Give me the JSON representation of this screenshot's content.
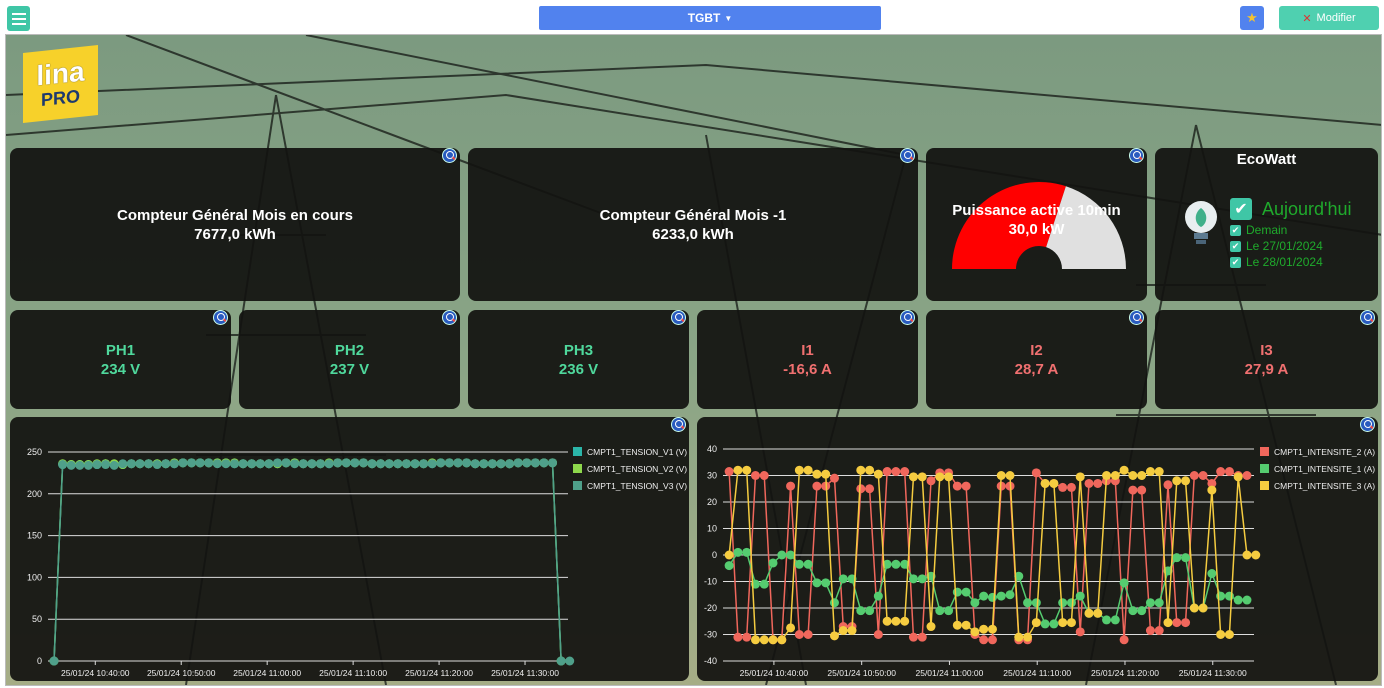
{
  "header": {
    "menu_icon": "hamburger-icon",
    "title": "TGBT",
    "favorite_icon": "star-icon",
    "modify_label": "Modifier",
    "modify_icon": "tools-icon"
  },
  "logo": {
    "line1": "lina",
    "line2": "PRO"
  },
  "cards": {
    "month_current": {
      "title": "Compteur Général Mois en cours",
      "value": "7677,0 kWh"
    },
    "month_prev": {
      "title": "Compteur Général Mois -1",
      "value": "6233,0 kWh"
    },
    "power": {
      "title": "Puissance active 10min",
      "value": "30,0 kW",
      "gauge_fraction": 0.6,
      "colors": {
        "fill": "#ff0000",
        "rest": "#e0e0e0"
      }
    },
    "ecowatt": {
      "title": "EcoWatt",
      "today": "Aujourd'hui",
      "days": [
        "Demain",
        "Le 27/01/2024",
        "Le 28/01/2024"
      ]
    },
    "phases": [
      {
        "label": "PH1",
        "value": "234 V"
      },
      {
        "label": "PH2",
        "value": "237 V"
      },
      {
        "label": "PH3",
        "value": "236 V"
      }
    ],
    "currents": [
      {
        "label": "I1",
        "value": "-16,6 A"
      },
      {
        "label": "I2",
        "value": "28,7 A"
      },
      {
        "label": "I3",
        "value": "27,9 A"
      }
    ]
  },
  "chart_data": [
    {
      "type": "line",
      "ylim": [
        0,
        250
      ],
      "yticks": [
        0,
        50,
        100,
        150,
        200,
        250
      ],
      "xticks": [
        "25/01/24 10:40:00",
        "25/01/24 10:50:00",
        "25/01/24 11:00:00",
        "25/01/24 11:10:00",
        "25/01/24 11:20:00",
        "25/01/24 11:30:00"
      ],
      "x_start_minute": -5.5,
      "series": [
        {
          "name": "CMPT1_TENSION_V1 (V)",
          "color": "#2bb5a8",
          "values": [
            0,
            235,
            235,
            235,
            235,
            235,
            236,
            235,
            235,
            236,
            236,
            236,
            236,
            236,
            236,
            237,
            237,
            237,
            237,
            237,
            237,
            236,
            236,
            236,
            236,
            236,
            236,
            237,
            237,
            236,
            236,
            236,
            236,
            237,
            237,
            237,
            237,
            236,
            236,
            236,
            236,
            236,
            236,
            236,
            236,
            237,
            237,
            237,
            237,
            236,
            236,
            236,
            236,
            236,
            237,
            237,
            237,
            237,
            237,
            0
          ]
        },
        {
          "name": "CMPT1_TENSION_V2 (V)",
          "color": "#8ed84c",
          "values": [
            0,
            236,
            235,
            235,
            235,
            236,
            236,
            236,
            235,
            236,
            236,
            236,
            236,
            236,
            237,
            237,
            237,
            237,
            237,
            237,
            237,
            237,
            236,
            236,
            236,
            236,
            236,
            237,
            237,
            236,
            236,
            236,
            237,
            237,
            237,
            237,
            237,
            236,
            236,
            236,
            236,
            236,
            236,
            236,
            237,
            237,
            237,
            237,
            237,
            236,
            236,
            236,
            236,
            236,
            237,
            237,
            237,
            237,
            237,
            0
          ]
        },
        {
          "name": "CMPT1_TENSION_V3 (V)",
          "color": "#4fa08a",
          "values": [
            0,
            235,
            234,
            234,
            234,
            235,
            235,
            234,
            236,
            236,
            236,
            236,
            235,
            236,
            236,
            237,
            237,
            237,
            237,
            236,
            236,
            236,
            236,
            236,
            236,
            236,
            237,
            237,
            236,
            236,
            236,
            236,
            236,
            237,
            237,
            237,
            237,
            236,
            236,
            236,
            236,
            236,
            236,
            236,
            236,
            237,
            237,
            237,
            237,
            236,
            236,
            236,
            236,
            236,
            237,
            237,
            237,
            237,
            237,
            0,
            0
          ]
        }
      ]
    },
    {
      "type": "line",
      "ylim": [
        -40,
        40
      ],
      "yticks": [
        -40,
        -30,
        -20,
        -10,
        0,
        10,
        20,
        30,
        40
      ],
      "xticks": [
        "25/01/24 10:40:00",
        "25/01/24 10:50:00",
        "25/01/24 11:00:00",
        "25/01/24 11:10:00",
        "25/01/24 11:20:00",
        "25/01/24 11:30:00"
      ],
      "x_start_minute": -5.8,
      "series": [
        {
          "name": "CMPT1_INTENSITE_2 (A)",
          "color": "#f0675c",
          "values": [
            31.5,
            -31,
            -31,
            30,
            30,
            -32,
            -32,
            26,
            -30,
            -30,
            26,
            26,
            29,
            -27,
            -27,
            25,
            25,
            -30,
            31.5,
            31.5,
            31.5,
            -31,
            -31,
            28,
            31,
            31,
            26,
            26,
            -30,
            -32,
            -32,
            26,
            26,
            -32,
            -32,
            31,
            27,
            27,
            25.5,
            25.5,
            -29,
            27,
            27,
            28,
            28,
            -32,
            24.5,
            24.5,
            -28.5,
            -28.5,
            26.5,
            -25.5,
            -25.5,
            30,
            30,
            27,
            31.5,
            31.5,
            30,
            30,
            null
          ]
        },
        {
          "name": "CMPT1_INTENSITE_1 (A)",
          "color": "#55cc70",
          "values": [
            -4,
            1,
            1,
            -11,
            -11,
            -3,
            0,
            0,
            -3.5,
            -3.5,
            -10.5,
            -10.5,
            -18,
            -9,
            -9,
            -21,
            -21,
            -15.5,
            -3.5,
            -3.5,
            -3.5,
            -9,
            -9,
            -8,
            -21,
            -21,
            -14,
            -14,
            -18,
            -15.5,
            -16,
            -15.5,
            -15,
            -8,
            -18,
            -18,
            -26,
            -26,
            -18,
            -18,
            -15.5,
            -22,
            -22,
            -24.5,
            -24.5,
            -10.5,
            -21,
            -21,
            -18,
            -18,
            -6,
            -1,
            -1,
            -20,
            -20,
            -7,
            -15.5,
            -15.5,
            -17,
            -17,
            null
          ]
        },
        {
          "name": "CMPT1_INTENSITE_3 (A)",
          "color": "#f5cc40",
          "values": [
            0,
            32,
            32,
            -32,
            -32,
            -32,
            -32,
            -27.5,
            32,
            32,
            30.5,
            30.5,
            -30.5,
            -28.5,
            -28.5,
            32,
            32,
            30.5,
            -25,
            -25,
            -25,
            29.5,
            29.5,
            -27,
            29.5,
            29.5,
            -26.5,
            -26.5,
            -29,
            -28,
            -28,
            30,
            30,
            -31,
            -31,
            -25.5,
            27,
            27,
            -25.5,
            -25.5,
            29.5,
            -22,
            -22,
            30,
            30,
            32,
            30,
            30,
            31.5,
            31.5,
            -25.5,
            28,
            28,
            -20,
            -20,
            24.5,
            -30,
            -30,
            29.5,
            0,
            0
          ]
        }
      ]
    }
  ]
}
